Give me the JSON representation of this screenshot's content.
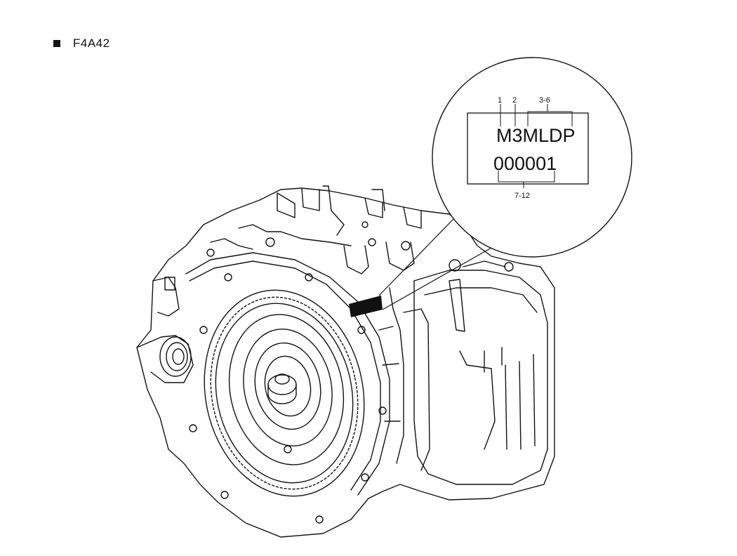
{
  "header": {
    "title": "F4A42"
  },
  "callout": {
    "labels": [
      "1",
      "2",
      "3-6",
      "7-12"
    ],
    "code_line_1": "M3MLDP",
    "code_line_2": "000001"
  }
}
